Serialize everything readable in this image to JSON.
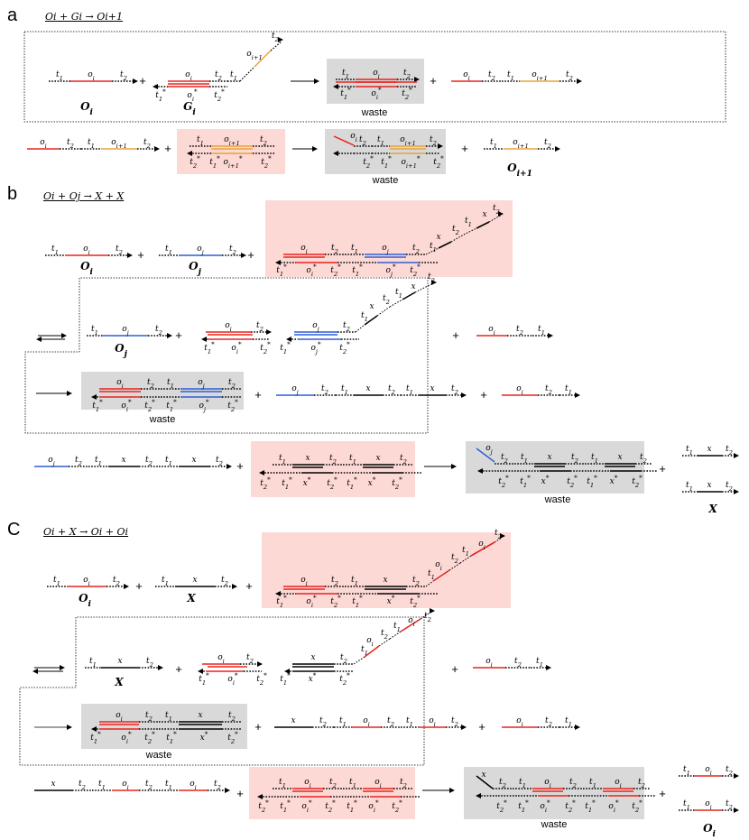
{
  "panels": [
    {
      "letter": "a",
      "equation": "Oi + Gi → Oi+1"
    },
    {
      "letter": "b",
      "equation": "Oi + Oj → X + X"
    },
    {
      "letter": "C",
      "equation": "Oi + X → Oi + Oi"
    }
  ],
  "labels": {
    "waste": "waste",
    "plus": "+",
    "Oi": "Oi",
    "Gi": "Gi",
    "Oj": "Oj",
    "Oi1": "Oi+1",
    "X": "X",
    "t1": "t1",
    "t2": "t2",
    "t1s": "t1*",
    "t2s": "t2*",
    "oi": "oi",
    "oj": "oj",
    "oi1": "oi+1",
    "x": "x",
    "ois": "oi*",
    "ojs": "oj*",
    "oi1s": "oi+1*",
    "xs": "x*"
  },
  "colors": {
    "red": "#e8231f",
    "orange": "#e8a33a",
    "blue": "#2f5fd6",
    "black": "#000000",
    "gate_bg": "#fdd9d6",
    "waste_bg": "#d9d9d9"
  }
}
